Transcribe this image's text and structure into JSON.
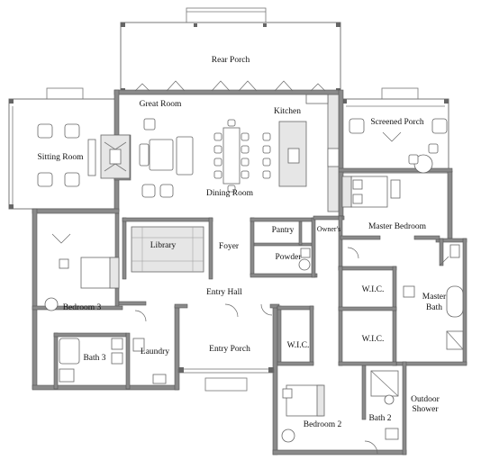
{
  "rooms": {
    "rear_porch": "Rear Porch",
    "great_room": "Great Room",
    "kitchen": "Kitchen",
    "screened_porch": "Screened Porch",
    "sitting_room": "Sitting Room",
    "dining_room": "Dining Room",
    "master_bedroom": "Master Bedroom",
    "library": "Library",
    "foyer": "Foyer",
    "pantry": "Pantry",
    "owners": "Owner's",
    "powder": "Powder",
    "bedroom_3": "Bedroom 3",
    "entry_hall": "Entry Hall",
    "wic_1": "W.I.C.",
    "master_bath_1": "Master",
    "master_bath_2": "Bath",
    "wic_2": "W.I.C.",
    "wic_3": "W.I.C.",
    "bath_3": "Bath 3",
    "laundry": "Laundry",
    "entry_porch": "Entry Porch",
    "outdoor_shower_1": "Outdoor",
    "outdoor_shower_2": "Shower",
    "bedroom_2": "Bedroom 2",
    "bath_2": "Bath 2"
  }
}
